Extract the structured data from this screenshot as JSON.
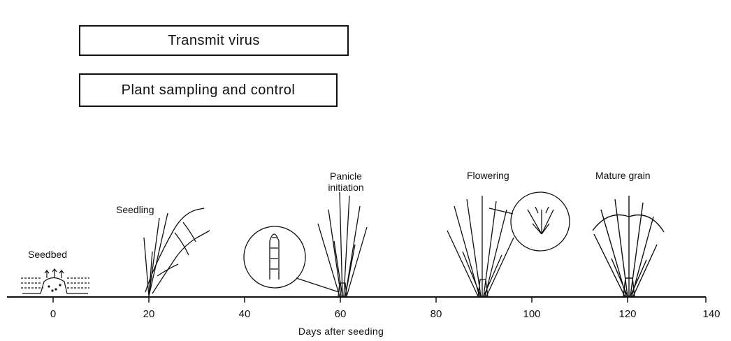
{
  "timeline": {
    "boxes": [
      {
        "label": "Transmit virus"
      },
      {
        "label": "Plant sampling and control"
      }
    ],
    "stages": [
      {
        "label": "Seedbed",
        "day": 0
      },
      {
        "label": "Seedling",
        "day": 20
      },
      {
        "label": "Panicle initiation",
        "day": 60
      },
      {
        "label": "Flowering",
        "day": 90
      },
      {
        "label": "Mature grain",
        "day": 120
      }
    ],
    "axis": {
      "title": "Days after seeding",
      "ticks": [
        "0",
        "20",
        "40",
        "60",
        "80",
        "100",
        "120",
        "140"
      ]
    }
  }
}
